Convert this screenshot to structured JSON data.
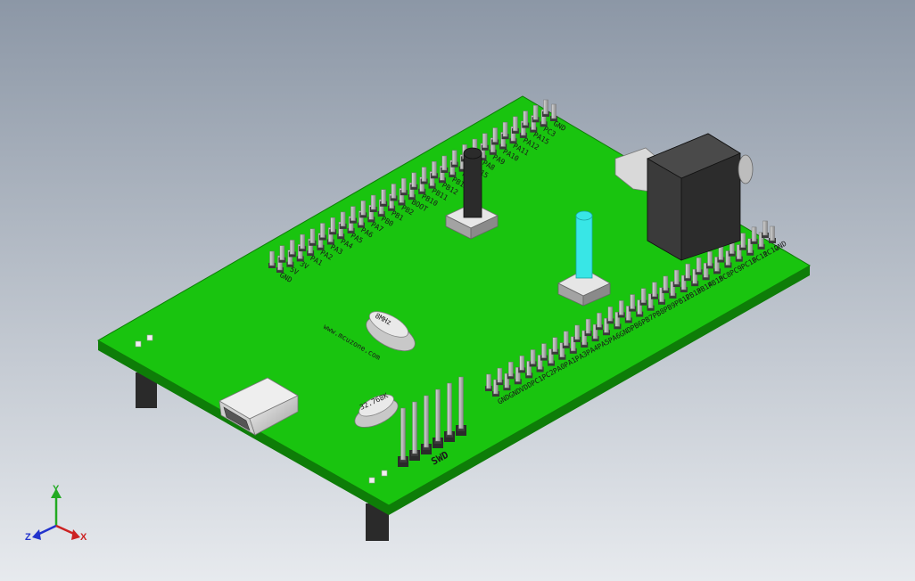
{
  "viewport": {
    "background_top": "#8c97a6",
    "background_bottom": "#e7eaee"
  },
  "board": {
    "pcb_color": "#19c40f",
    "pcb_edge_color": "#0e7d08",
    "url_text": "www.mcuzone.com",
    "header_label": "SWD",
    "top_left_header_labels": [
      "GND",
      "5V",
      "3V",
      "PA1",
      "PA2",
      "PA3",
      "PA4",
      "PA5",
      "PA6",
      "PA7",
      "PB0",
      "PB1",
      "PB2",
      "BOOT",
      "PB10",
      "PB11",
      "PB12",
      "PB13",
      "PB14",
      "PB15",
      "PA8",
      "PA9",
      "PA10",
      "PA11",
      "PA12",
      "PA15",
      "PC3",
      "GND"
    ],
    "bottom_right_header_labels": [
      "GND",
      "GND",
      "VDD",
      "PC1",
      "PC2",
      "PA0",
      "PA1",
      "PA3",
      "PA4",
      "PA5",
      "PA6",
      "GND",
      "PB6",
      "PB7",
      "PB8",
      "PB9",
      "PB12",
      "PB13",
      "PB14",
      "PB15",
      "PC8",
      "PC9",
      "PC10",
      "PC11",
      "PC12",
      "GND"
    ],
    "crystal_large_label": "8MHz",
    "crystal_small_label": "32.768K",
    "button_black_color": "#2b2b2b",
    "button_cyan_color": "#38e6e6",
    "dc_jack_color": "#2c2c2c"
  },
  "triad": {
    "y_label": "Y",
    "z_label": "Z",
    "x_label": "X",
    "y_color": "#22aa22",
    "z_color": "#2233cc",
    "x_color": "#cc2222"
  }
}
